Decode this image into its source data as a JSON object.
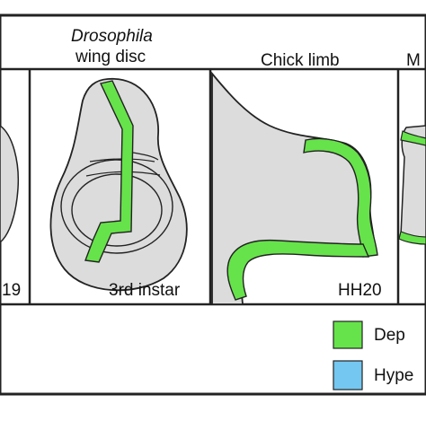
{
  "panels": {
    "left_partial": {
      "stage": "19"
    },
    "drosophila": {
      "title_italic": "Drosophila",
      "title_line2": "wing disc",
      "stage": "3rd instar"
    },
    "chick": {
      "title": "Chick limb",
      "stage": "HH20"
    },
    "right_partial": {
      "title": "M"
    }
  },
  "legend": {
    "items": [
      {
        "label": "Dep",
        "color": "#66e34a"
      },
      {
        "label": "Hype",
        "color": "#74c7f0"
      }
    ]
  },
  "colors": {
    "tissue_fill": "#dcdcdc",
    "green_domain": "#66e34a",
    "blue_domain": "#74c7f0",
    "outline": "#222222"
  }
}
